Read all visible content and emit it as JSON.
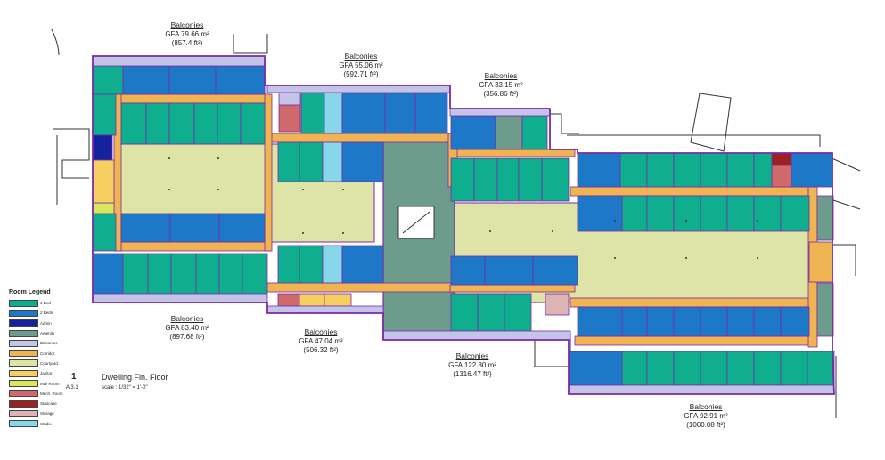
{
  "legend": {
    "title": "Room Legend",
    "items": [
      {
        "label": "1 Bed",
        "color": "#0fae8e"
      },
      {
        "label": "2 Beds",
        "color": "#1d78c8"
      },
      {
        "label": "Admin",
        "color": "#15229e"
      },
      {
        "label": "Amenity",
        "color": "#6e9c8c"
      },
      {
        "label": "Balconies",
        "color": "#c4c4e8"
      },
      {
        "label": "Corridor",
        "color": "#f0b452"
      },
      {
        "label": "Courtyard",
        "color": "#dde4a6"
      },
      {
        "label": "Janitor",
        "color": "#f5cf61"
      },
      {
        "label": "Mail Room",
        "color": "#d8e85c"
      },
      {
        "label": "Mech. Room",
        "color": "#d06a6a"
      },
      {
        "label": "Staircase",
        "color": "#9b2222"
      },
      {
        "label": "Storage",
        "color": "#dcb4b4"
      },
      {
        "label": "Studio",
        "color": "#86d6ec"
      }
    ]
  },
  "balconies": [
    {
      "title": "Balconies",
      "gfa": "GFA 79.66 m²",
      "ft": "(857.4 ft²)"
    },
    {
      "title": "Balconies",
      "gfa": "GFA 55.06 m²",
      "ft": "(592.71 ft²)"
    },
    {
      "title": "Balconies",
      "gfa": "GFA 33.15 m²",
      "ft": "(356.86 ft²)"
    },
    {
      "title": "Balconies",
      "gfa": "GFA 83.40 m²",
      "ft": "(897.68 ft²)"
    },
    {
      "title": "Balconies",
      "gfa": "GFA 47.04 m²",
      "ft": "(506.32 ft²)"
    },
    {
      "title": "Balconies",
      "gfa": "GFA 122.30 m²",
      "ft": "(1316.47 ft²)"
    },
    {
      "title": "Balconies",
      "gfa": "GFA 92.91 m²",
      "ft": "(1000.08 ft²)"
    }
  ],
  "title_block": {
    "number": "1",
    "name": "Dwelling Fin. Floor",
    "sheet": "A 3.1",
    "scale": "scale :  1/32\" = 1'-0\""
  },
  "colors": {
    "outline": "#7a2aa8",
    "wall": "#333333"
  }
}
